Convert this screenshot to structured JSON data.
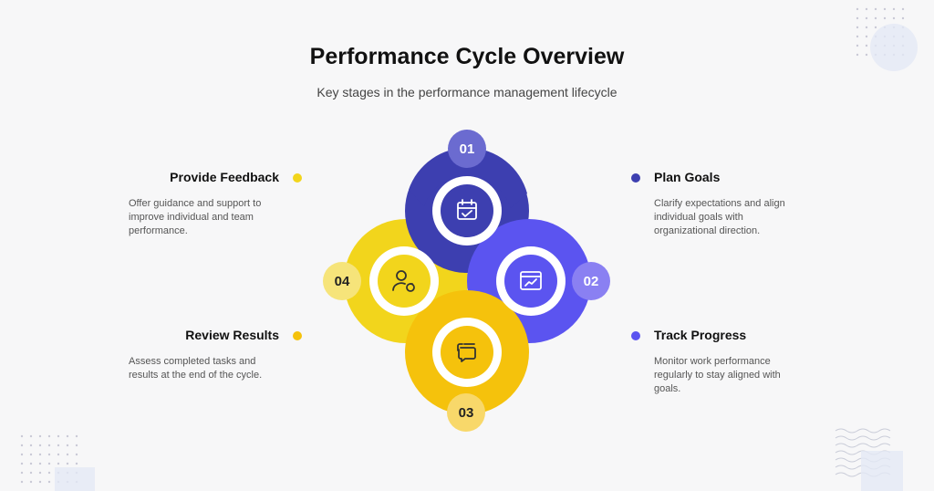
{
  "title": "Performance Cycle Overview",
  "subtitle": "Key stages in the performance management lifecycle",
  "colors": {
    "navy": "#3d3fb0",
    "violet": "#5b54f0",
    "yellow": "#f2d51c",
    "gold": "#f5c20c",
    "badge_navy": "#6b6bd0",
    "badge_violet": "#8a80f2",
    "badge_yellow": "#f6e47a",
    "badge_gold": "#f8d86a"
  },
  "steps": [
    {
      "number": "01",
      "title": "Plan Goals",
      "description": "Clarify expectations and align individual goals with organizational direction.",
      "icon": "calendar-check-icon"
    },
    {
      "number": "02",
      "title": "Track Progress",
      "description": "Monitor work performance regularly to stay aligned with goals.",
      "icon": "chart-window-icon"
    },
    {
      "number": "03",
      "title": "Review Results",
      "description": "Assess completed tasks and results at the end of the cycle.",
      "icon": "chat-bubbles-icon"
    },
    {
      "number": "04",
      "title": "Provide Feedback",
      "description": "Offer guidance and support to improve individual and team performance.",
      "icon": "user-sync-icon"
    }
  ]
}
